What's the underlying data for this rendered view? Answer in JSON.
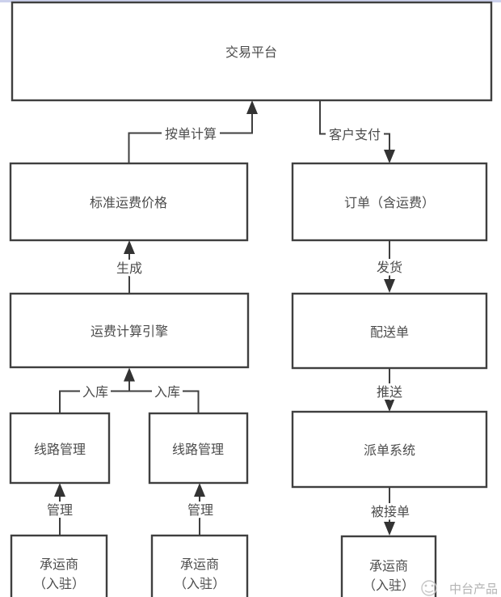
{
  "diagram": {
    "nodes": {
      "trade_platform": "交易平台",
      "standard_price": "标准运费价格",
      "order_with_freight": "订单（含运费）",
      "freight_engine": "运费计算引擎",
      "delivery_note": "配送单",
      "route_mgmt_left": "线路管理",
      "route_mgmt_right": "线路管理",
      "dispatch_system": "派单系统",
      "carrier_line1": "承运商",
      "carrier_line2": "（入驻）"
    },
    "edges": {
      "per_order_calc": "按单计算",
      "customer_pay": "客户支付",
      "generate": "生成",
      "ship": "发货",
      "inbound_left": "入库",
      "inbound_right": "入库",
      "push": "推送",
      "manage_left": "管理",
      "manage_right": "管理",
      "order_accepted": "被接单"
    },
    "colors": {
      "line": "#3f3f3f",
      "text": "#4c4c4c",
      "arrow": "#333333",
      "watermark": "#b3b3b3",
      "top_strip": "#ccd1ec",
      "background": "#ffffff"
    }
  },
  "watermark": {
    "label": "中台产品"
  }
}
